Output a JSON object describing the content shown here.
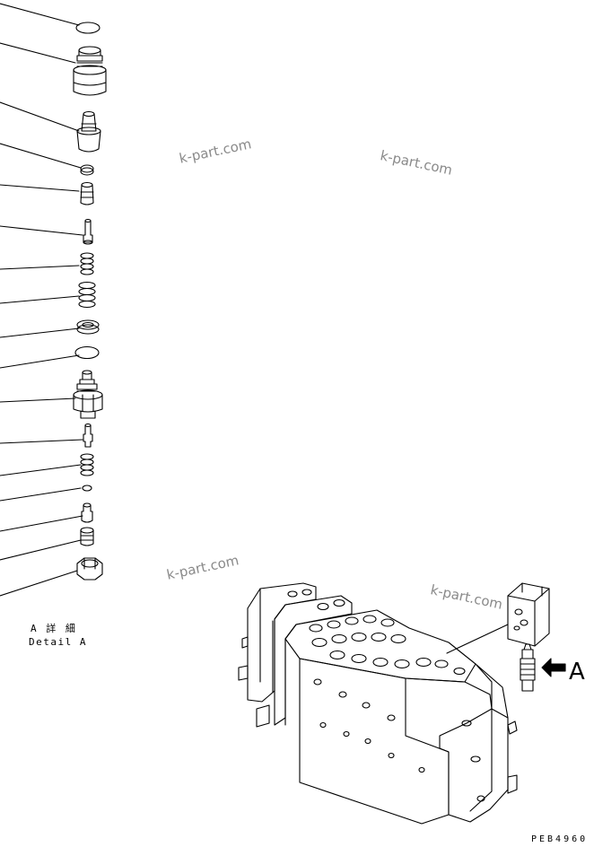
{
  "detail": {
    "label_jp": "A 詳 細",
    "label_en": "Detail A"
  },
  "view_arrow": {
    "label": "A"
  },
  "watermarks": [
    "k-part.com",
    "k-part.com",
    "k-part.com",
    "k-part.com"
  ],
  "drawing_code": "PEB4960"
}
